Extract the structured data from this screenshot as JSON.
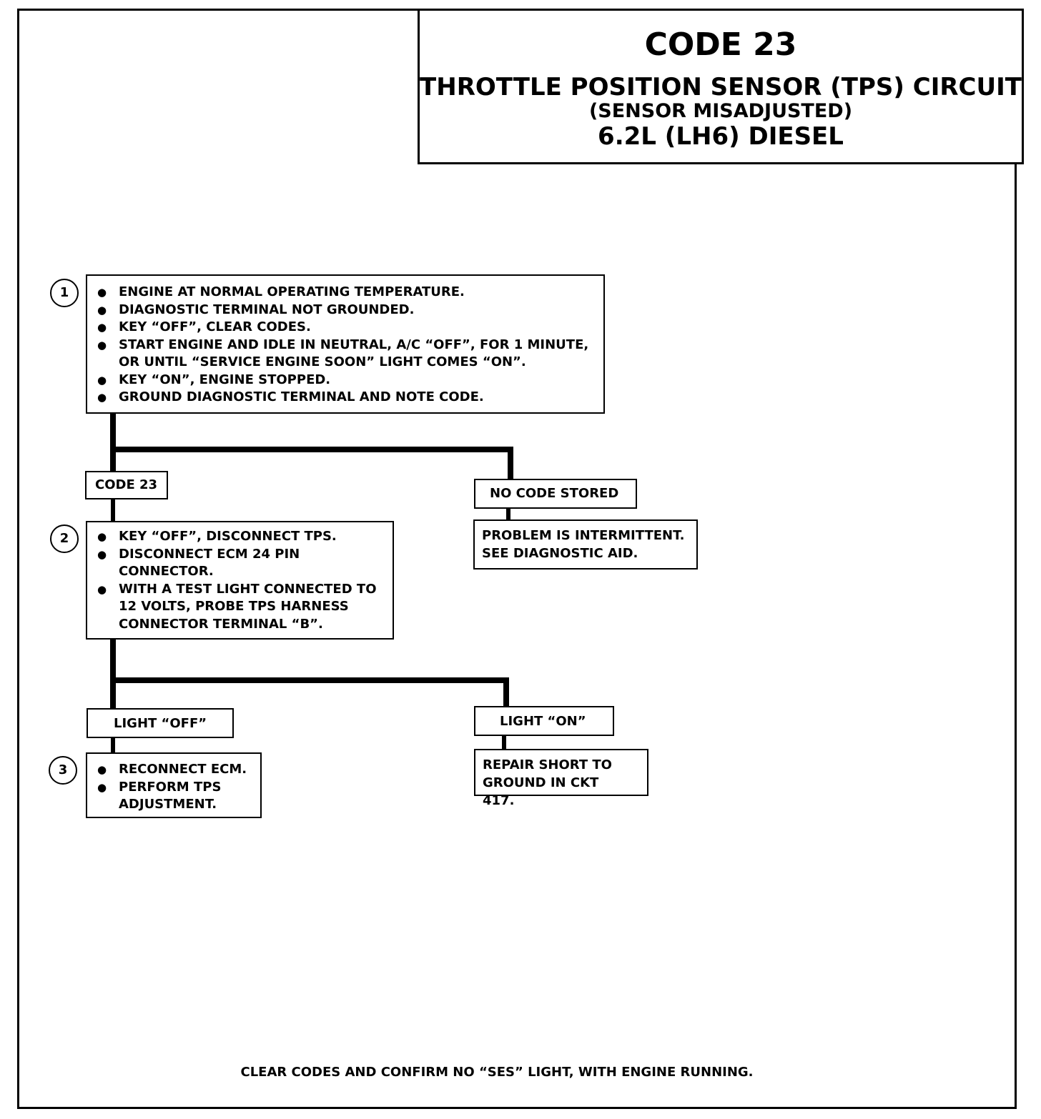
{
  "header": {
    "code": "CODE 23",
    "title": "THROTTLE POSITION SENSOR (TPS) CIRCUIT",
    "subtitle": "(SENSOR MISADJUSTED)",
    "engine": "6.2L  (LH6)  DIESEL"
  },
  "steps": [
    {
      "number": "1",
      "items": [
        "ENGINE AT NORMAL OPERATING TEMPERATURE.",
        "DIAGNOSTIC TERMINAL NOT GROUNDED.",
        "KEY “OFF”, CLEAR CODES.",
        "START ENGINE AND IDLE IN NEUTRAL, A/C “OFF”, FOR 1 MINUTE, OR UNTIL “SERVICE ENGINE SOON” LIGHT COMES “ON”.",
        "KEY “ON”, ENGINE STOPPED.",
        "GROUND DIAGNOSTIC TERMINAL AND NOTE CODE."
      ]
    },
    {
      "number": "2",
      "items": [
        "KEY “OFF”, DISCONNECT TPS.",
        "DISCONNECT ECM 24 PIN CONNECTOR.",
        "WITH A TEST LIGHT CONNECTED TO 12 VOLTS, PROBE TPS HARNESS CONNECTOR TERMINAL “B”."
      ]
    },
    {
      "number": "3",
      "items": [
        "RECONNECT ECM.",
        "PERFORM TPS ADJUSTMENT."
      ]
    }
  ],
  "branches": {
    "code23": "CODE 23",
    "no_code": "NO CODE STORED",
    "no_code_result": "PROBLEM IS INTERMITTENT. SEE DIAGNOSTIC AID.",
    "light_off": "LIGHT “OFF”",
    "light_on": "LIGHT “ON”",
    "light_on_result": "REPAIR SHORT TO GROUND IN CKT 417."
  },
  "footer": "CLEAR CODES AND CONFIRM NO “SES” LIGHT,  WITH ENGINE RUNNING."
}
